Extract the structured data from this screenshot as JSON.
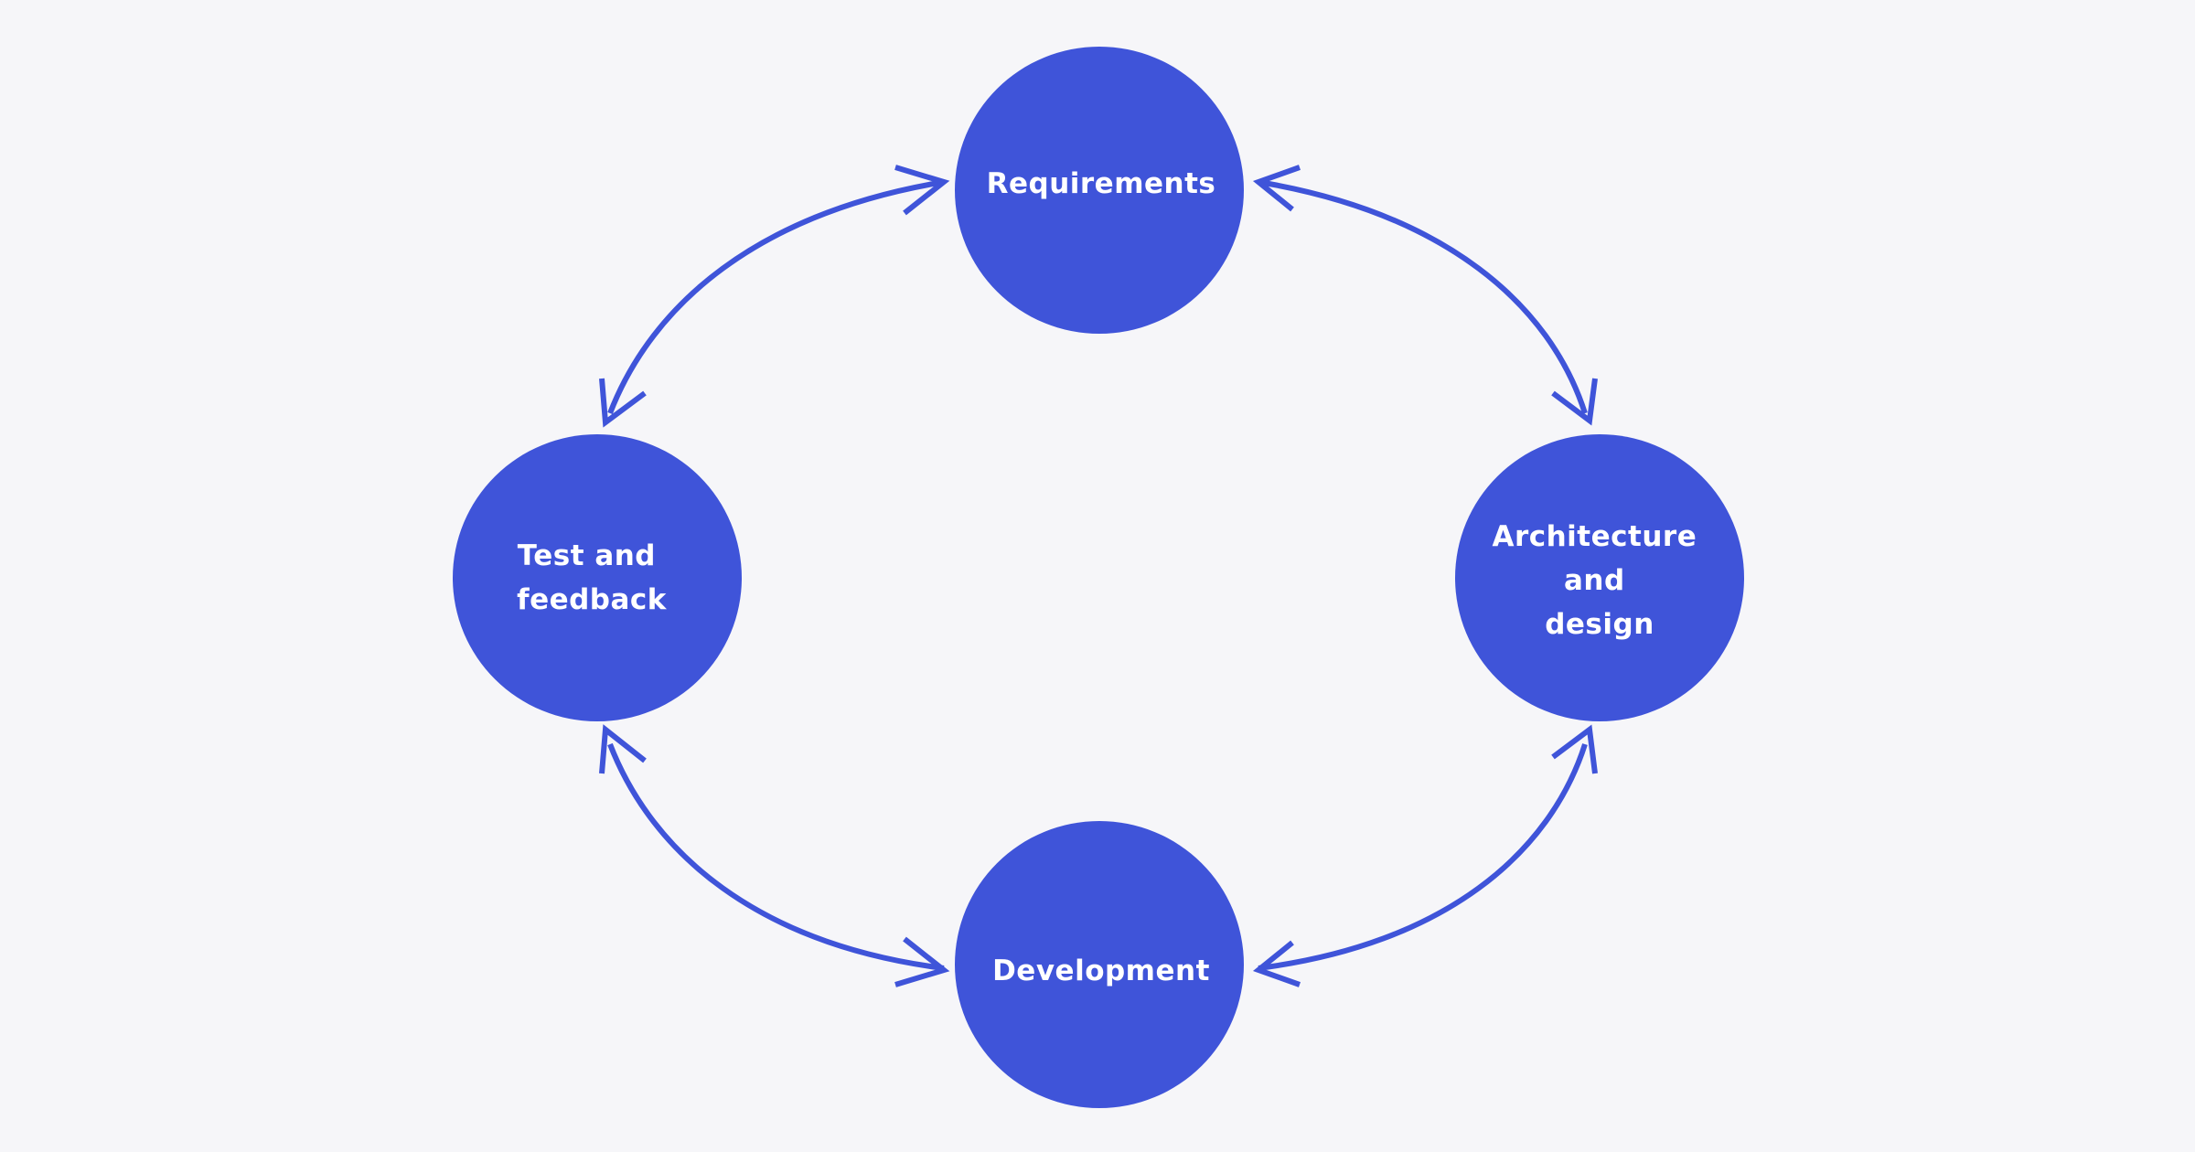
{
  "colors": {
    "background": "#f6f6f9",
    "node_fill": "#3f54d9",
    "connector": "#3f54d9",
    "label": "#ffffff"
  },
  "nodes": {
    "requirements": {
      "lines": [
        "Requirements"
      ]
    },
    "architecture": {
      "lines": [
        "Architecture",
        "and",
        "design"
      ]
    },
    "development": {
      "lines": [
        "Development"
      ]
    },
    "test": {
      "lines": [
        "Test and",
        "feedback"
      ]
    }
  },
  "connections": [
    {
      "from": "requirements",
      "to": "architecture",
      "arrows": "both"
    },
    {
      "from": "architecture",
      "to": "development",
      "arrows": "both"
    },
    {
      "from": "development",
      "to": "test",
      "arrows": "both"
    },
    {
      "from": "test",
      "to": "requirements",
      "arrows": "both"
    }
  ]
}
